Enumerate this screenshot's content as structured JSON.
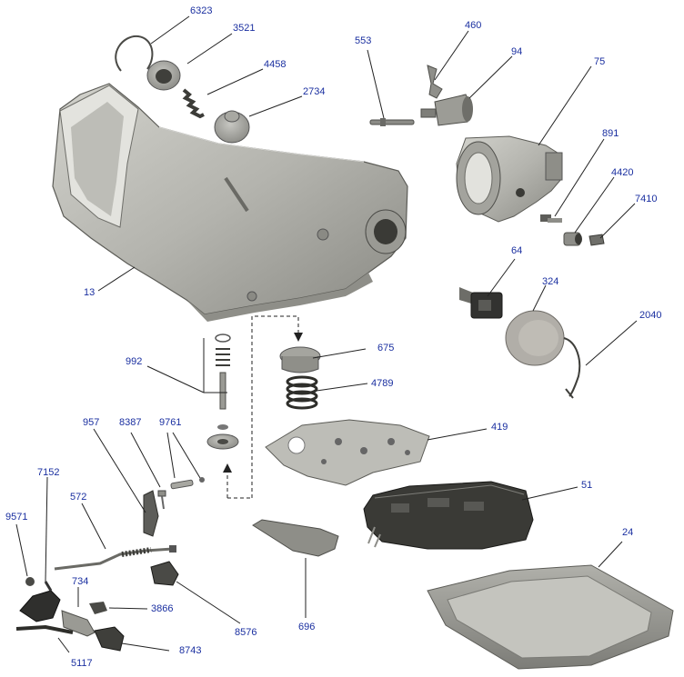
{
  "labels": {
    "l6323": "6323",
    "l3521": "3521",
    "l4458": "4458",
    "l2734": "2734",
    "l553": "553",
    "l460": "460",
    "l94": "94",
    "l75": "75",
    "l891": "891",
    "l4420": "4420",
    "l7410": "7410",
    "l64": "64",
    "l324": "324",
    "l2040": "2040",
    "l13": "13",
    "l992": "992",
    "l675": "675",
    "l4789": "4789",
    "l419": "419",
    "l957": "957",
    "l8387": "8387",
    "l9761": "9761",
    "l7152": "7152",
    "l572": "572",
    "l9571": "9571",
    "l734": "734",
    "l3866": "3866",
    "l5117": "5117",
    "l8743": "8743",
    "l8576": "8576",
    "l696": "696",
    "l51": "51",
    "l24": "24"
  },
  "colors": {
    "label": "#1a2fa0",
    "leader": "#222222",
    "metal_light": "#c9c9c4",
    "metal_mid": "#a6a6a0",
    "metal_dark": "#6f6f6a",
    "casting_dark": "#2f2f2f"
  }
}
